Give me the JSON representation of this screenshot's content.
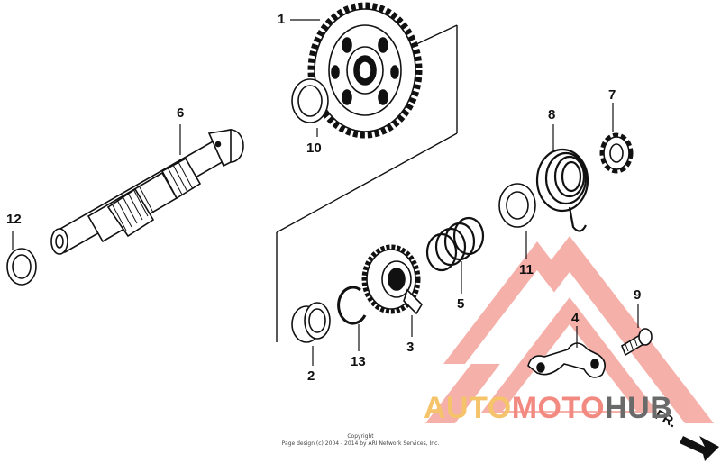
{
  "callouts": [
    {
      "id": "1",
      "label": "1"
    },
    {
      "id": "2",
      "label": "2"
    },
    {
      "id": "3",
      "label": "3"
    },
    {
      "id": "4",
      "label": "4"
    },
    {
      "id": "5",
      "label": "5"
    },
    {
      "id": "6",
      "label": "6"
    },
    {
      "id": "7",
      "label": "7"
    },
    {
      "id": "8",
      "label": "8"
    },
    {
      "id": "9",
      "label": "9"
    },
    {
      "id": "10",
      "label": "10"
    },
    {
      "id": "11",
      "label": "11"
    },
    {
      "id": "12",
      "label": "12"
    },
    {
      "id": "13",
      "label": "13"
    }
  ],
  "direction_label": "FR.",
  "copyright": {
    "line1": "Copyright",
    "line2": "Page design (c) 2004 - 2014 by ARI Network Services, Inc."
  },
  "watermark": {
    "part1": "AUTO",
    "part2": "MOTO",
    "part3": "HUB",
    "colors": {
      "auto": "#f5c36a",
      "moto": "#f28a82",
      "hub": "#6a6a6a",
      "triangle": "#f4a39c"
    }
  }
}
